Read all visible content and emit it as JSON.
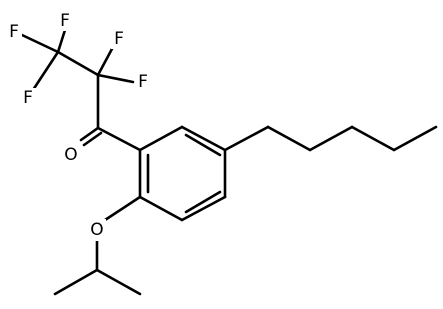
{
  "molecule": {
    "atoms": [
      {
        "id": "F1",
        "label": "F"
      },
      {
        "id": "F2",
        "label": "F"
      },
      {
        "id": "F3",
        "label": "F"
      },
      {
        "id": "F4",
        "label": "F"
      },
      {
        "id": "F5",
        "label": "F"
      },
      {
        "id": "O1",
        "label": "O"
      },
      {
        "id": "O2",
        "label": "O"
      }
    ],
    "colors": {
      "bond": "#000000",
      "label": "#000000",
      "background": "#ffffff"
    }
  }
}
